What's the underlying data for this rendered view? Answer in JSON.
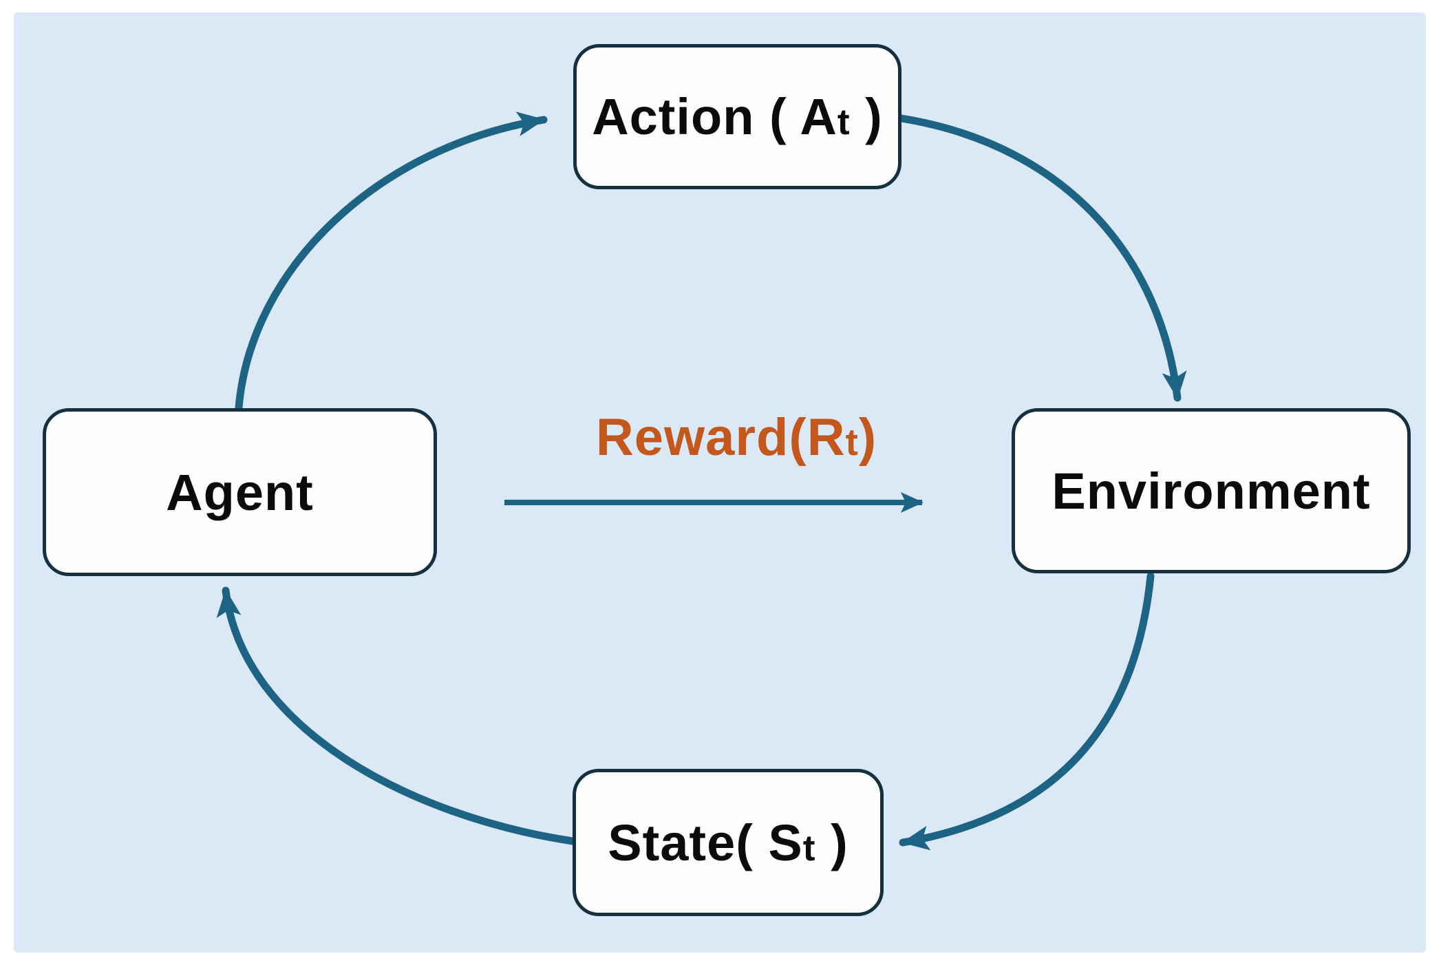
{
  "diagram": {
    "type": "cycle-flow-diagram",
    "topic": "reinforcement-learning-loop",
    "nodes": {
      "action": {
        "pre": "Action ( A",
        "sub": "t",
        "post": " )"
      },
      "environment": {
        "label": "Environment"
      },
      "state": {
        "pre": "State( S",
        "sub": "t",
        "post": " )"
      },
      "agent": {
        "label": "Agent"
      }
    },
    "edges": {
      "reward": {
        "pre": "Reward(R",
        "sub": "t",
        "post": ")"
      },
      "agent_to_action": {
        "from": "Agent",
        "to": "Action"
      },
      "action_to_environment": {
        "from": "Action",
        "to": "Environment"
      },
      "environment_to_state": {
        "from": "Environment",
        "to": "State"
      },
      "state_to_agent": {
        "from": "State",
        "to": "Agent"
      }
    },
    "colors": {
      "page_background": "#ffffff",
      "panel_background": "#dbe8f5",
      "node_fill": "#fefefe",
      "node_border": "#15303e",
      "arrow": "#1d6484",
      "reward_text": "#c4571c",
      "label_text": "#0b0b0b"
    }
  }
}
